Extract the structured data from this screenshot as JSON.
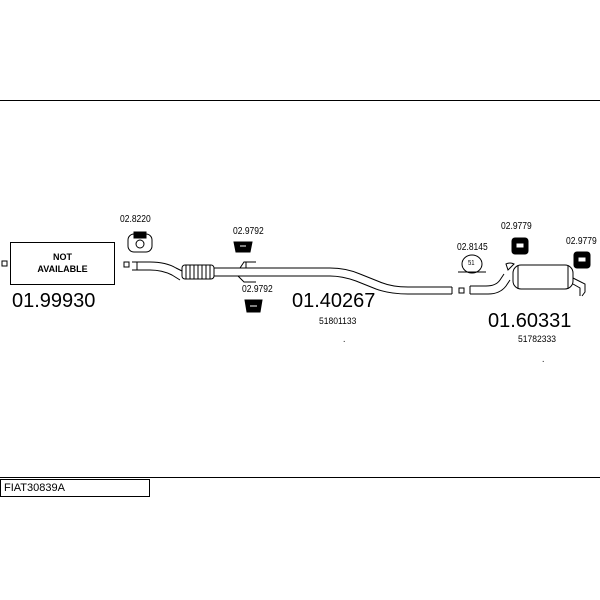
{
  "drawing": {
    "not_available": [
      "NOT",
      "AVAILABLE"
    ],
    "part_front": "01.99930",
    "part_middle": "01.40267",
    "part_middle_oem": "51801133",
    "part_rear": "01.60331",
    "part_rear_oem": "51782333",
    "clamp_front": "02.8220",
    "hanger_upper": "02.9792",
    "hanger_lower": "02.9792",
    "clamp_rear": "02.8145",
    "rubber_left": "02.9779",
    "rubber_right": "02.9779",
    "clamp_rear_mark": "51",
    "dot_1": ".",
    "dot_2": "."
  },
  "footer": {
    "code": "FIAT30839A"
  }
}
